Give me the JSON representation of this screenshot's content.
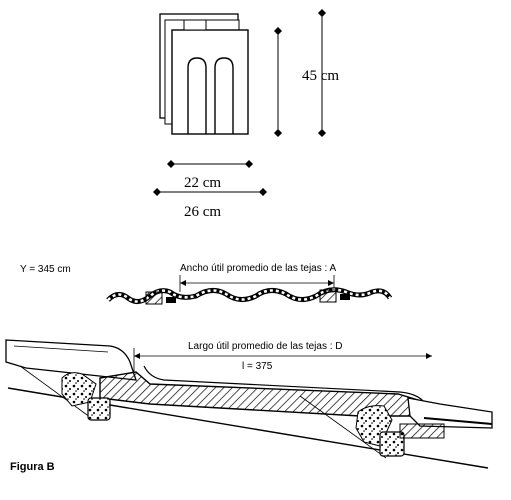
{
  "tile_dims": {
    "height": "45 cm",
    "min_width": "22 cm",
    "max_width": "26 cm"
  },
  "section_labels": {
    "y_value": "Y = 345 cm",
    "average_width": "Ancho útil promedio de las tejas : A",
    "average_length": "Largo útil promedio de las tejas : D",
    "length_value": "l = 375"
  },
  "figure_label": "Figura B"
}
